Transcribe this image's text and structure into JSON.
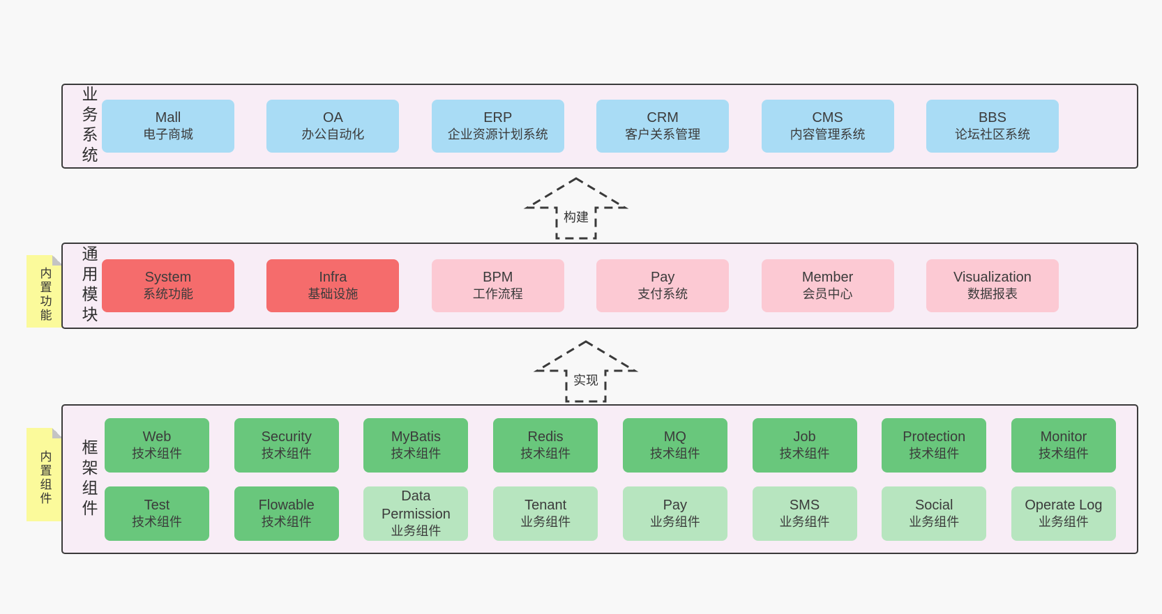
{
  "layers": {
    "business": {
      "label": "业务系统",
      "boxes": [
        {
          "name": "Mall",
          "desc": "电子商城",
          "variant": "blue"
        },
        {
          "name": "OA",
          "desc": "办公自动化",
          "variant": "blue"
        },
        {
          "name": "ERP",
          "desc": "企业资源计划系统",
          "variant": "blue"
        },
        {
          "name": "CRM",
          "desc": "客户关系管理",
          "variant": "blue"
        },
        {
          "name": "CMS",
          "desc": "内容管理系统",
          "variant": "blue"
        },
        {
          "name": "BBS",
          "desc": "论坛社区系统",
          "variant": "blue"
        }
      ]
    },
    "modules": {
      "label": "通用模块",
      "sticky_note": "内置功能",
      "boxes": [
        {
          "name": "System",
          "desc": "系统功能",
          "variant": "red"
        },
        {
          "name": "Infra",
          "desc": "基础设施",
          "variant": "red"
        },
        {
          "name": "BPM",
          "desc": "工作流程",
          "variant": "pink"
        },
        {
          "name": "Pay",
          "desc": "支付系统",
          "variant": "pink"
        },
        {
          "name": "Member",
          "desc": "会员中心",
          "variant": "pink"
        },
        {
          "name": "Visualization",
          "desc": "数据报表",
          "variant": "pink"
        }
      ]
    },
    "components": {
      "label": "框架组件",
      "sticky_note": "内置组件",
      "rows": [
        [
          {
            "name": "Web",
            "desc": "技术组件",
            "variant": "green"
          },
          {
            "name": "Security",
            "desc": "技术组件",
            "variant": "green"
          },
          {
            "name": "MyBatis",
            "desc": "技术组件",
            "variant": "green"
          },
          {
            "name": "Redis",
            "desc": "技术组件",
            "variant": "green"
          },
          {
            "name": "MQ",
            "desc": "技术组件",
            "variant": "green"
          },
          {
            "name": "Job",
            "desc": "技术组件",
            "variant": "green"
          },
          {
            "name": "Protection",
            "desc": "技术组件",
            "variant": "green"
          },
          {
            "name": "Monitor",
            "desc": "技术组件",
            "variant": "green"
          }
        ],
        [
          {
            "name": "Test",
            "desc": "技术组件",
            "variant": "green"
          },
          {
            "name": "Flowable",
            "desc": "技术组件",
            "variant": "green"
          },
          {
            "name": "Data Permission",
            "desc": "业务组件",
            "variant": "green-light"
          },
          {
            "name": "Tenant",
            "desc": "业务组件",
            "variant": "green-light"
          },
          {
            "name": "Pay",
            "desc": "业务组件",
            "variant": "green-light"
          },
          {
            "name": "SMS",
            "desc": "业务组件",
            "variant": "green-light"
          },
          {
            "name": "Social",
            "desc": "业务组件",
            "variant": "green-light"
          },
          {
            "name": "Operate Log",
            "desc": "业务组件",
            "variant": "green-light"
          }
        ]
      ]
    }
  },
  "arrows": {
    "build": {
      "label": "构建"
    },
    "implement": {
      "label": "实现"
    }
  },
  "colors": {
    "page_bg": "#f8f8f8",
    "layer_bg": "#f8edf6",
    "layer_border": "#3a3a3a",
    "blue_box": "#a9dcf5",
    "red_box": "#f56c6c",
    "pink_box": "#fcc9d3",
    "green_box": "#69c77c",
    "green_light_box": "#b7e5bf",
    "sticky_yellow": "#fbfa9b",
    "sticky_fold": "#c4c4c4",
    "text": "#3b3b3b"
  }
}
